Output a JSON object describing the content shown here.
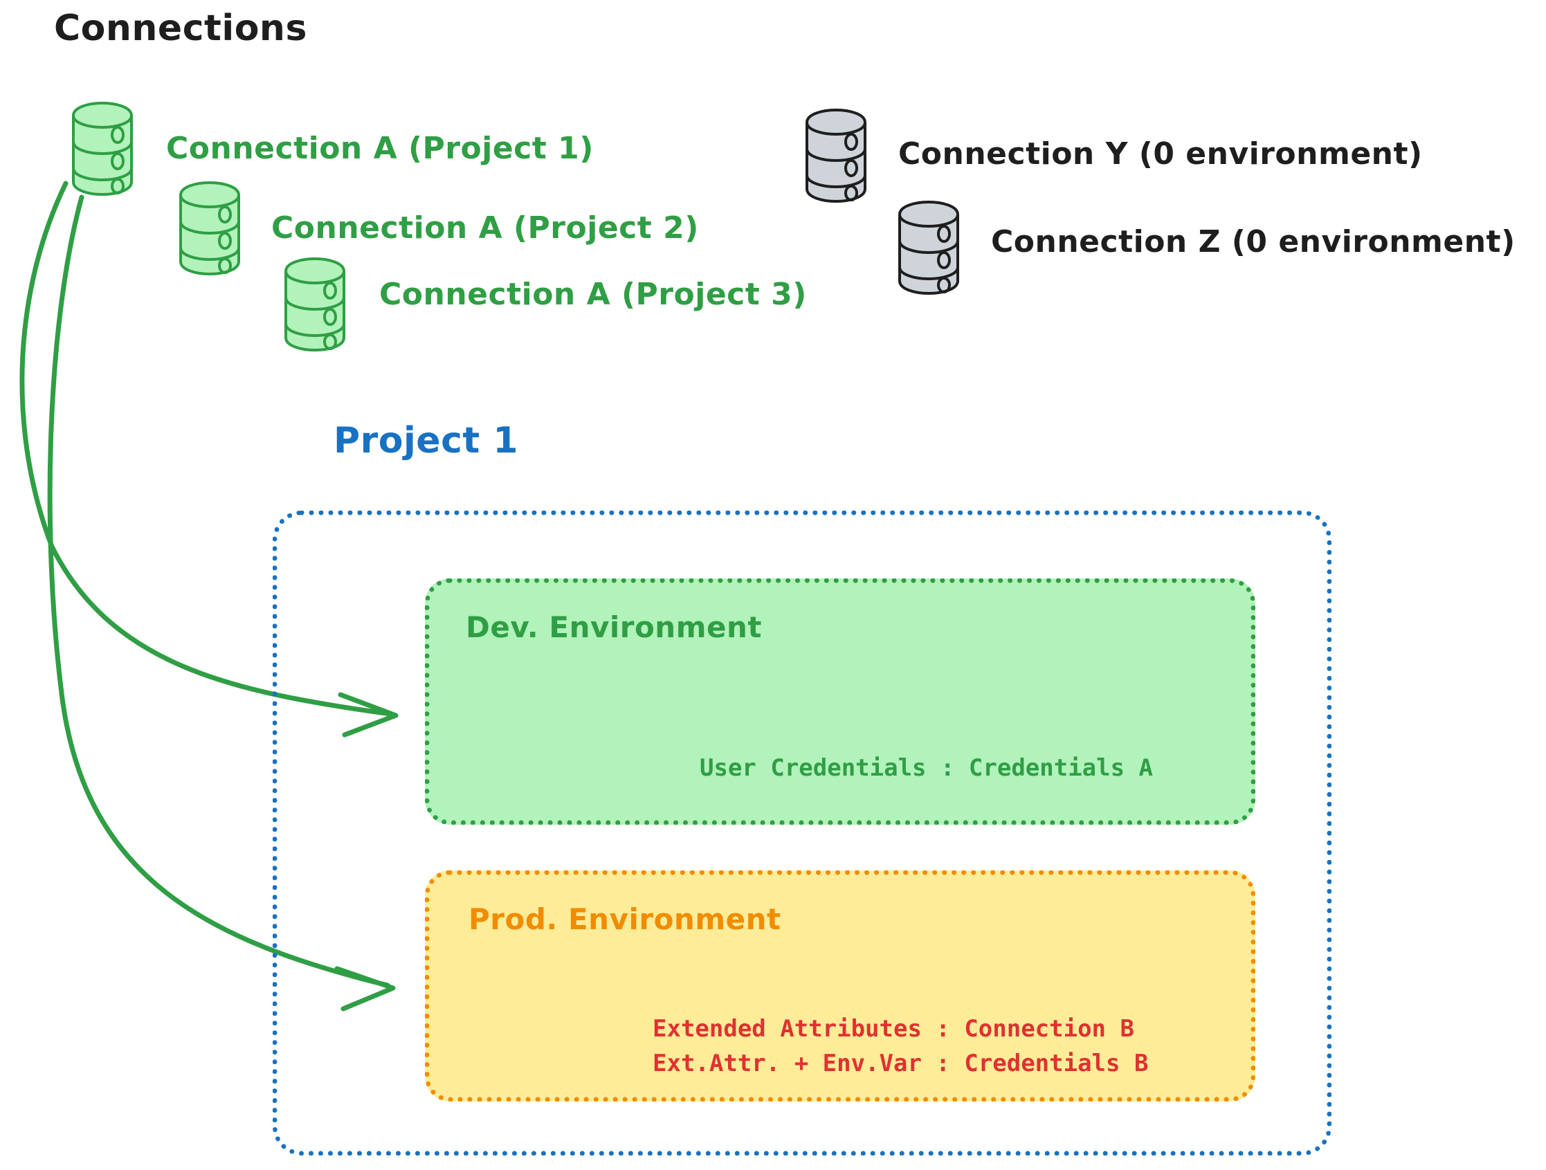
{
  "page": {
    "title": "Connections",
    "background": "#ffffff"
  },
  "colors": {
    "green_stroke": "#2f9e44",
    "green_fill": "#b2f2bb",
    "orange_stroke": "#f08c00",
    "orange_fill": "#ffec99",
    "blue_stroke": "#1971c2",
    "gray_stroke": "#1e1e1e",
    "gray_fill": "#ced4da",
    "red_text": "#e03131",
    "black_text": "#1e1e1e"
  },
  "connections_section": {
    "heading": "Connections",
    "green_connections": [
      {
        "icon": "database-icon",
        "label": "Connection A (Project 1)"
      },
      {
        "icon": "database-icon",
        "label": "Connection A (Project 2)"
      },
      {
        "icon": "database-icon",
        "label": "Connection A (Project 3)"
      }
    ],
    "gray_connections": [
      {
        "icon": "database-icon",
        "label": "Connection Y (0 environment)"
      },
      {
        "icon": "database-icon",
        "label": "Connection Z (0 environment)"
      }
    ]
  },
  "project": {
    "title": "Project 1",
    "environments": [
      {
        "name": "Dev. Environment",
        "color": "#2f9e44",
        "fill": "#b2f2bb",
        "rows": [
          "User Credentials : Credentials A"
        ]
      },
      {
        "name": "Prod. Environment",
        "color": "#f08c00",
        "fill": "#ffec99",
        "rows": [
          "Extended Attributes : Connection B",
          "Ext.Attr. + Env.Var : Credentials B"
        ]
      }
    ]
  },
  "arrows": [
    {
      "name": "arrow-connection-a-to-dev",
      "color": "#2f9e44",
      "from": "Connection A (Project 1)",
      "to": "Dev. Environment"
    },
    {
      "name": "arrow-connection-a-to-prod",
      "color": "#2f9e44",
      "from": "Connection A (Project 1)",
      "to": "Prod. Environment"
    }
  ]
}
